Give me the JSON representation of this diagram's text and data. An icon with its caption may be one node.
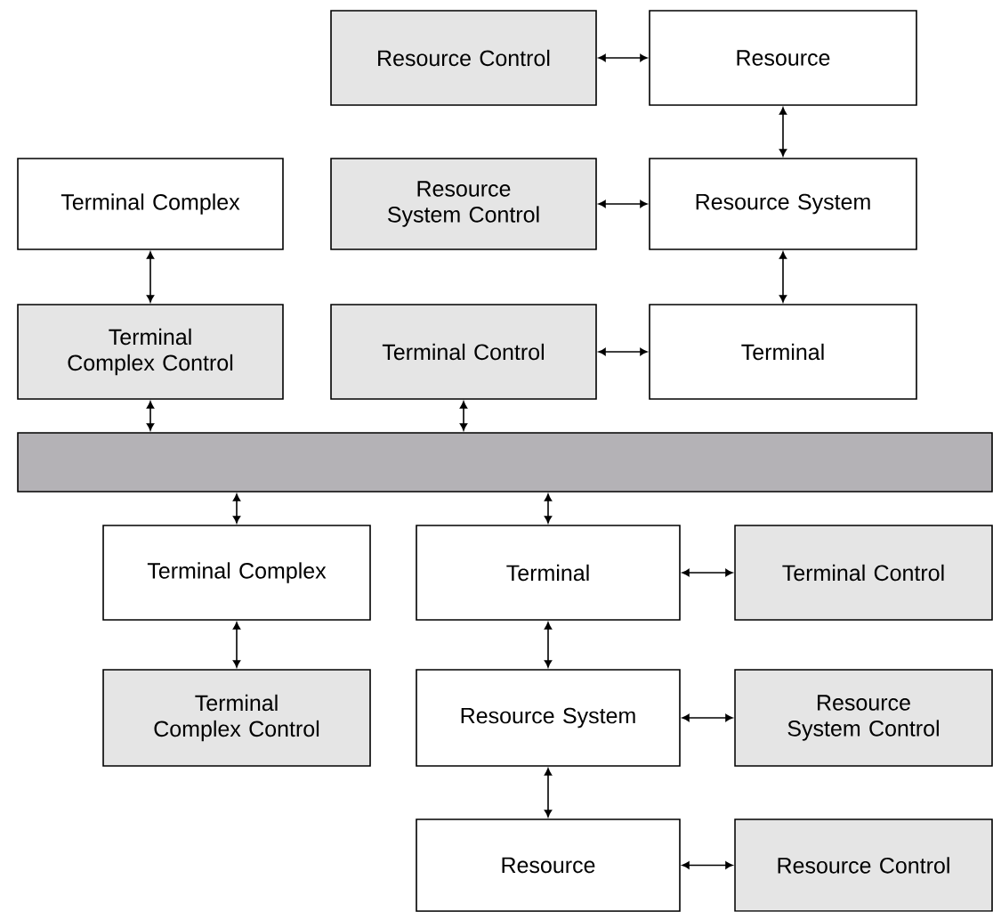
{
  "diagram": {
    "nodes": [
      {
        "text": [
          "Resource Control"
        ]
      },
      {
        "text": [
          "Resource"
        ]
      },
      {
        "text": [
          "Terminal Complex"
        ]
      },
      {
        "text": [
          "Resource System Control"
        ]
      },
      {
        "text": [
          "Resource System"
        ]
      },
      {
        "text": [
          "Terminal Complex Control"
        ]
      },
      {
        "text": [
          "Terminal Control"
        ]
      },
      {
        "text": [
          "Terminal"
        ]
      },
      {
        "text": [],
        "shape": "bar"
      },
      {
        "text": [
          "Terminal Complex"
        ]
      },
      {
        "text": [
          "Terminal"
        ]
      },
      {
        "text": [
          "Terminal Control"
        ]
      },
      {
        "text": [
          "Terminal Complex Control"
        ]
      },
      {
        "text": [
          "Resource System"
        ]
      },
      {
        "text": [
          "Resource System Control"
        ]
      },
      {
        "text": [
          "Resource"
        ]
      },
      {
        "text": [
          "Resource Control"
        ]
      }
    ],
    "edges": [
      {
        "from": 0,
        "to": 1,
        "arrow": "both"
      },
      {
        "from": 1,
        "to": 4,
        "arrow": "both"
      },
      {
        "from": 3,
        "to": 4,
        "arrow": "both"
      },
      {
        "from": 2,
        "to": 5,
        "arrow": "both"
      },
      {
        "from": 4,
        "to": 7,
        "arrow": "both"
      },
      {
        "from": 6,
        "to": 7,
        "arrow": "both"
      },
      {
        "from": 5,
        "to": 8,
        "arrow": "both"
      },
      {
        "from": 6,
        "to": 8,
        "arrow": "both"
      },
      {
        "from": 8,
        "to": 9,
        "arrow": "both"
      },
      {
        "from": 8,
        "to": 10,
        "arrow": "both"
      },
      {
        "from": 10,
        "to": 11,
        "arrow": "both"
      },
      {
        "from": 9,
        "to": 12,
        "arrow": "both"
      },
      {
        "from": 10,
        "to": 13,
        "arrow": "both"
      },
      {
        "from": 13,
        "to": 14,
        "arrow": "both"
      },
      {
        "from": 13,
        "to": 15,
        "arrow": "both"
      },
      {
        "from": 15,
        "to": 16,
        "arrow": "both"
      }
    ]
  }
}
